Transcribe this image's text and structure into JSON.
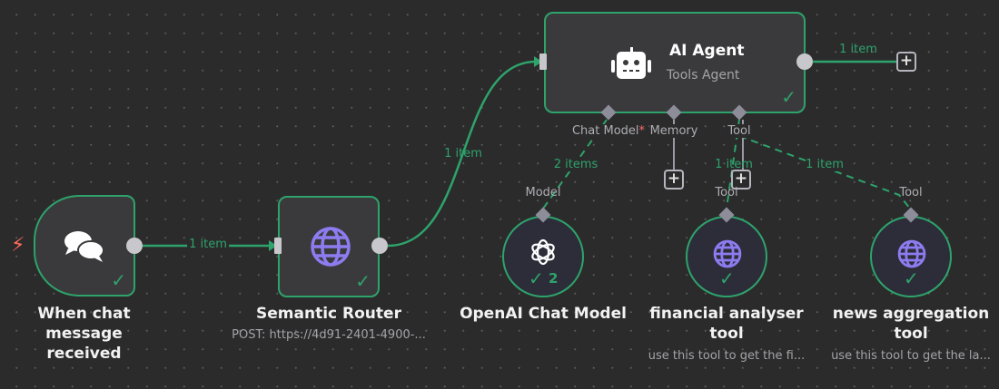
{
  "colors": {
    "success": "#2ea36b",
    "accent_globe": "#8d7cf0",
    "trigger": "#ff6b5a",
    "background": "#2b2b2c"
  },
  "nodes": {
    "trigger": {
      "title_line1": "When chat message",
      "title_line2": "received",
      "icon": "chat-bubbles-icon"
    },
    "router": {
      "title": "Semantic Router",
      "subtitle": "POST: https://4d91-2401-4900-...",
      "icon": "globe-icon"
    },
    "agent": {
      "title": "AI Agent",
      "subtitle": "Tools Agent",
      "icon": "robot-icon"
    },
    "openai": {
      "title": "OpenAI Chat Model",
      "run_count": "2",
      "port_label": "Model",
      "icon": "openai-icon"
    },
    "financial": {
      "title_line1": "financial analyser",
      "title_line2": "tool",
      "subtitle": "use this tool to get the fi...",
      "port_label": "Tool",
      "icon": "globe-icon"
    },
    "news": {
      "title_line1": "news aggregation",
      "title_line2": "tool",
      "subtitle": "use this tool to get the la...",
      "port_label": "Tool",
      "icon": "globe-icon"
    }
  },
  "agent_ports": {
    "chat_model": "Chat Model",
    "required_mark": "*",
    "memory": "Memory",
    "tool": "Tool"
  },
  "edges": {
    "trigger_router": "1 item",
    "router_agent": "1 item",
    "agent_out": "1 item",
    "model_agent": "2 items",
    "financial_agent": "1 item",
    "news_agent": "1 item"
  }
}
